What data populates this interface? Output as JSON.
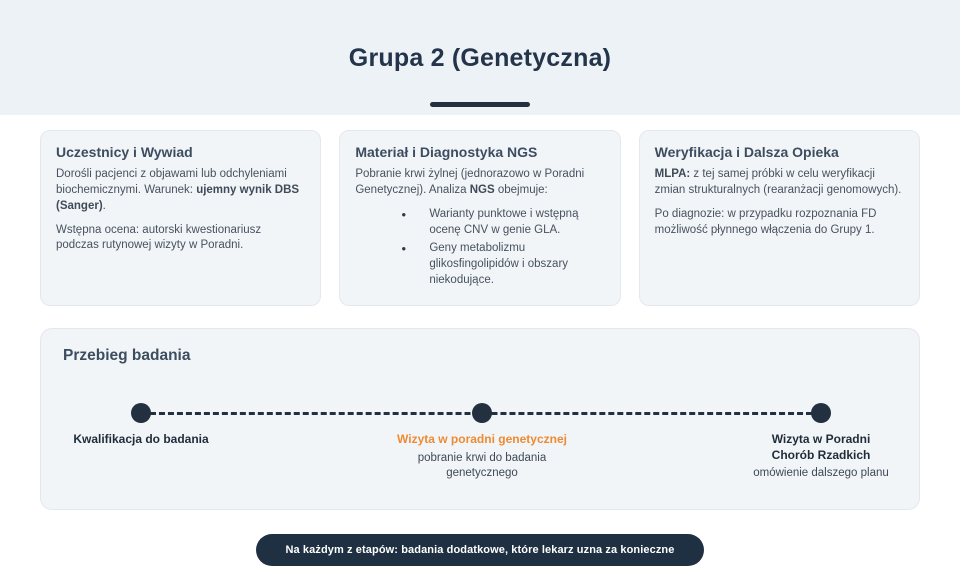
{
  "header": {
    "title": "Grupa 2 (Genetyczna)"
  },
  "cards": [
    {
      "title": "Uczestnicy i Wywiad",
      "para1_pre": "Dorośli pacjenci z objawami lub odchyleniami biochemicznymi. Warunek: ",
      "para1_bold": "ujemny wynik DBS (Sanger)",
      "para1_post": ".",
      "para2": "Wstępna ocena: autorski kwestionariusz podczas rutynowej wizyty w Poradni."
    },
    {
      "title": "Materiał i Diagnostyka NGS",
      "para1_pre": "Pobranie krwi żylnej (jednorazowo w Poradni Genetycznej). Analiza ",
      "para1_bold": "NGS",
      "para1_post": " obejmuje:",
      "bullets": [
        "Warianty punktowe i wstępną ocenę CNV w genie GLA.",
        "Geny metabolizmu glikosfingolipidów i obszary niekodujące."
      ]
    },
    {
      "title": "Weryfikacja i Dalsza Opieka",
      "para1_pre": "",
      "para1_bold": "MLPA:",
      "para1_post": " z tej samej próbki w celu weryfikacji zmian strukturalnych (rearanżacji genomowych).",
      "para2": "Po diagnozie: w przypadku rozpoznania FD możliwość płynnego włączenia do Grupy 1."
    }
  ],
  "timeline": {
    "title": "Przebieg badania",
    "steps": [
      {
        "label": "Kwalifikacja do badania",
        "sub": ""
      },
      {
        "label": "Wizyta w poradni genetycznej",
        "sub": "pobranie krwi do badania genetycznego"
      },
      {
        "label": "Wizyta w Poradni Chorób Rzadkich",
        "sub": "omówienie dalszego planu"
      }
    ]
  },
  "footer": {
    "note": "Na każdym z etapów: badania dodatkowe, które lekarz uzna za konieczne"
  },
  "colors": {
    "band_bg": "#edf2f7",
    "card_bg": "#f2f5f8",
    "card_border": "#e3e8ee",
    "dark_navy": "#22303f",
    "accent_orange": "#ed8b33",
    "pill_bg": "#1f3042"
  }
}
